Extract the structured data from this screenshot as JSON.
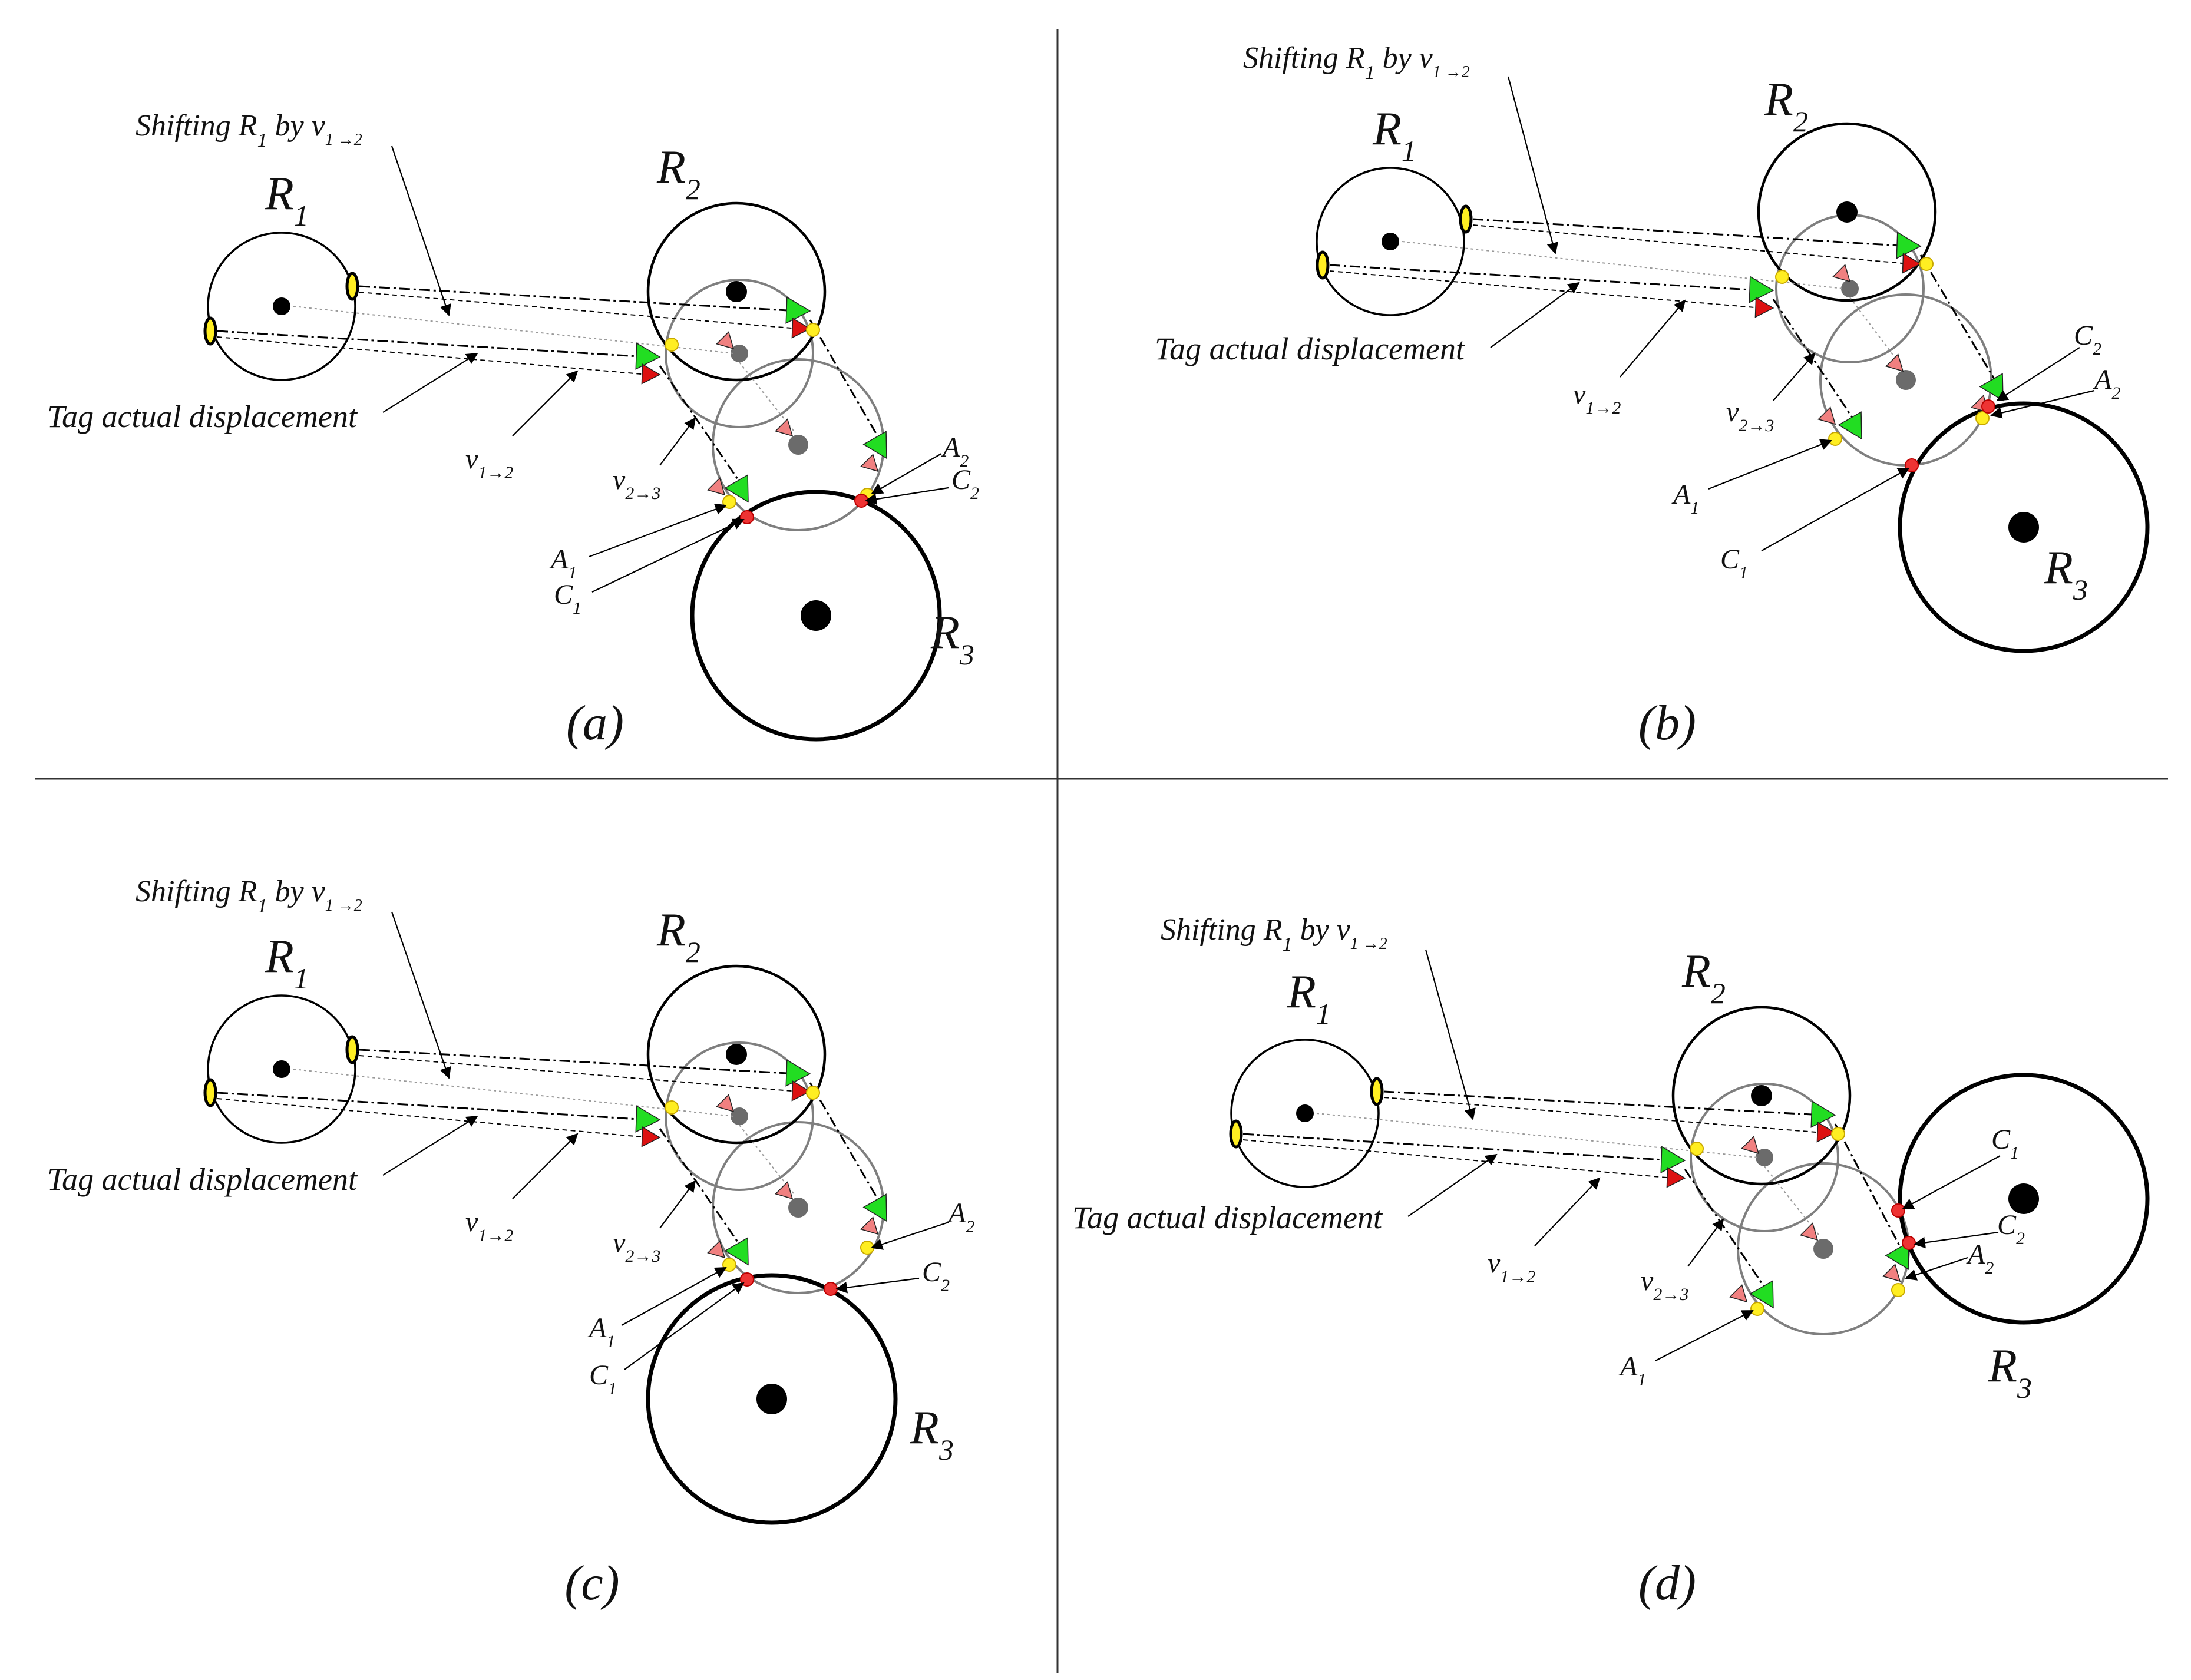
{
  "panels": [
    {
      "id": "a",
      "caption": "(a)"
    },
    {
      "id": "b",
      "caption": "(b)"
    },
    {
      "id": "c",
      "caption": "(c)"
    },
    {
      "id": "d",
      "caption": "(d)"
    }
  ],
  "labels": {
    "r1_main": "R",
    "r1_sub": "1",
    "r2_main": "R",
    "r2_sub": "2",
    "r3_main": "R",
    "r3_sub": "3",
    "shift_text": "Shifting R",
    "shift_sub": "1",
    "shift_by": " by v",
    "shift_by_sub": "1 →2",
    "tag_text": "Tag actual displacement",
    "v12_main": "v",
    "v12_sub": "1→2",
    "v23_main": "v",
    "v23_sub": "2→3",
    "a1_main": "A",
    "a1_sub": "1",
    "a2_main": "A",
    "a2_sub": "2",
    "c1_main": "C",
    "c1_sub": "1",
    "c2_main": "C",
    "c2_sub": "2"
  },
  "colors": {
    "ink": "#000000",
    "ghost": "#7f7f7f",
    "ghost_dot": "#6b6b6b",
    "green_arrow": "#22dd22",
    "red_arrow": "#dd1111",
    "pink_arrow": "#f08080",
    "yellow_tag": "#ffee22",
    "red_point": "#ee3333"
  }
}
